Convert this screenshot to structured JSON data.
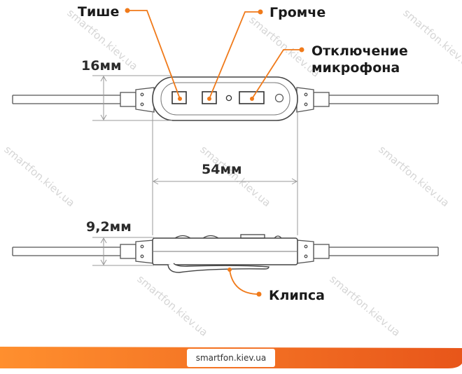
{
  "labels": {
    "quieter": "Тише",
    "louder": "Громче",
    "mute_line1": "Отключение",
    "mute_line2": "микрофона",
    "clip": "Клипса"
  },
  "dimensions": {
    "height_front": "16мм",
    "width": "54мм",
    "thickness": "9,2мм"
  },
  "watermark": "smartfon.kiev.ua",
  "banner": {
    "site": "smartfon.kiev.ua"
  },
  "colors": {
    "accent": "#f07a1a",
    "banner_start": "#ff8c2a",
    "banner_end": "#e85a10",
    "line": "#555555",
    "dim_line": "#9a9a9a"
  }
}
